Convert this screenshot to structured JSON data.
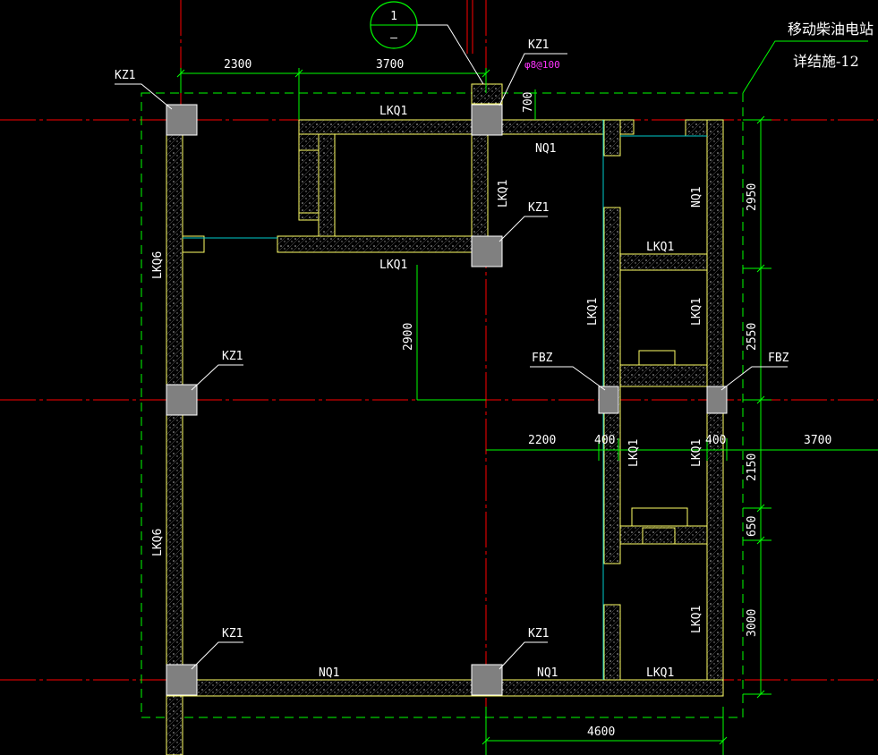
{
  "title_block": {
    "line1": "移动柴油电站",
    "line2": "详结施-12"
  },
  "section_marker": {
    "top": "1",
    "bottom": "—"
  },
  "rebar_note": "φ8@100",
  "columns": {
    "kz": "KZ1",
    "fbz": "FBZ"
  },
  "walls": {
    "lkq1": "LKQ1",
    "lkq6": "LKQ6",
    "nq1": "NQ1"
  },
  "dimensions": {
    "d2300": "2300",
    "d3700_top": "3700",
    "d700": "700",
    "d2950": "2950",
    "d2900": "2900",
    "d2550": "2550",
    "d2200": "2200",
    "d400_left": "400",
    "d400_right": "400",
    "d3700_right": "3700",
    "d2150": "2150",
    "d650": "650",
    "d3000": "3000",
    "d4600": "4600"
  },
  "colors": {
    "axis": "#ff0000",
    "dim_line": "#00ff00",
    "wall_outline": "#ffff66",
    "hatch": "#cccccc",
    "column_fill": "#808080",
    "cyan_line": "#00cccc",
    "magenta": "#ff33ff"
  }
}
